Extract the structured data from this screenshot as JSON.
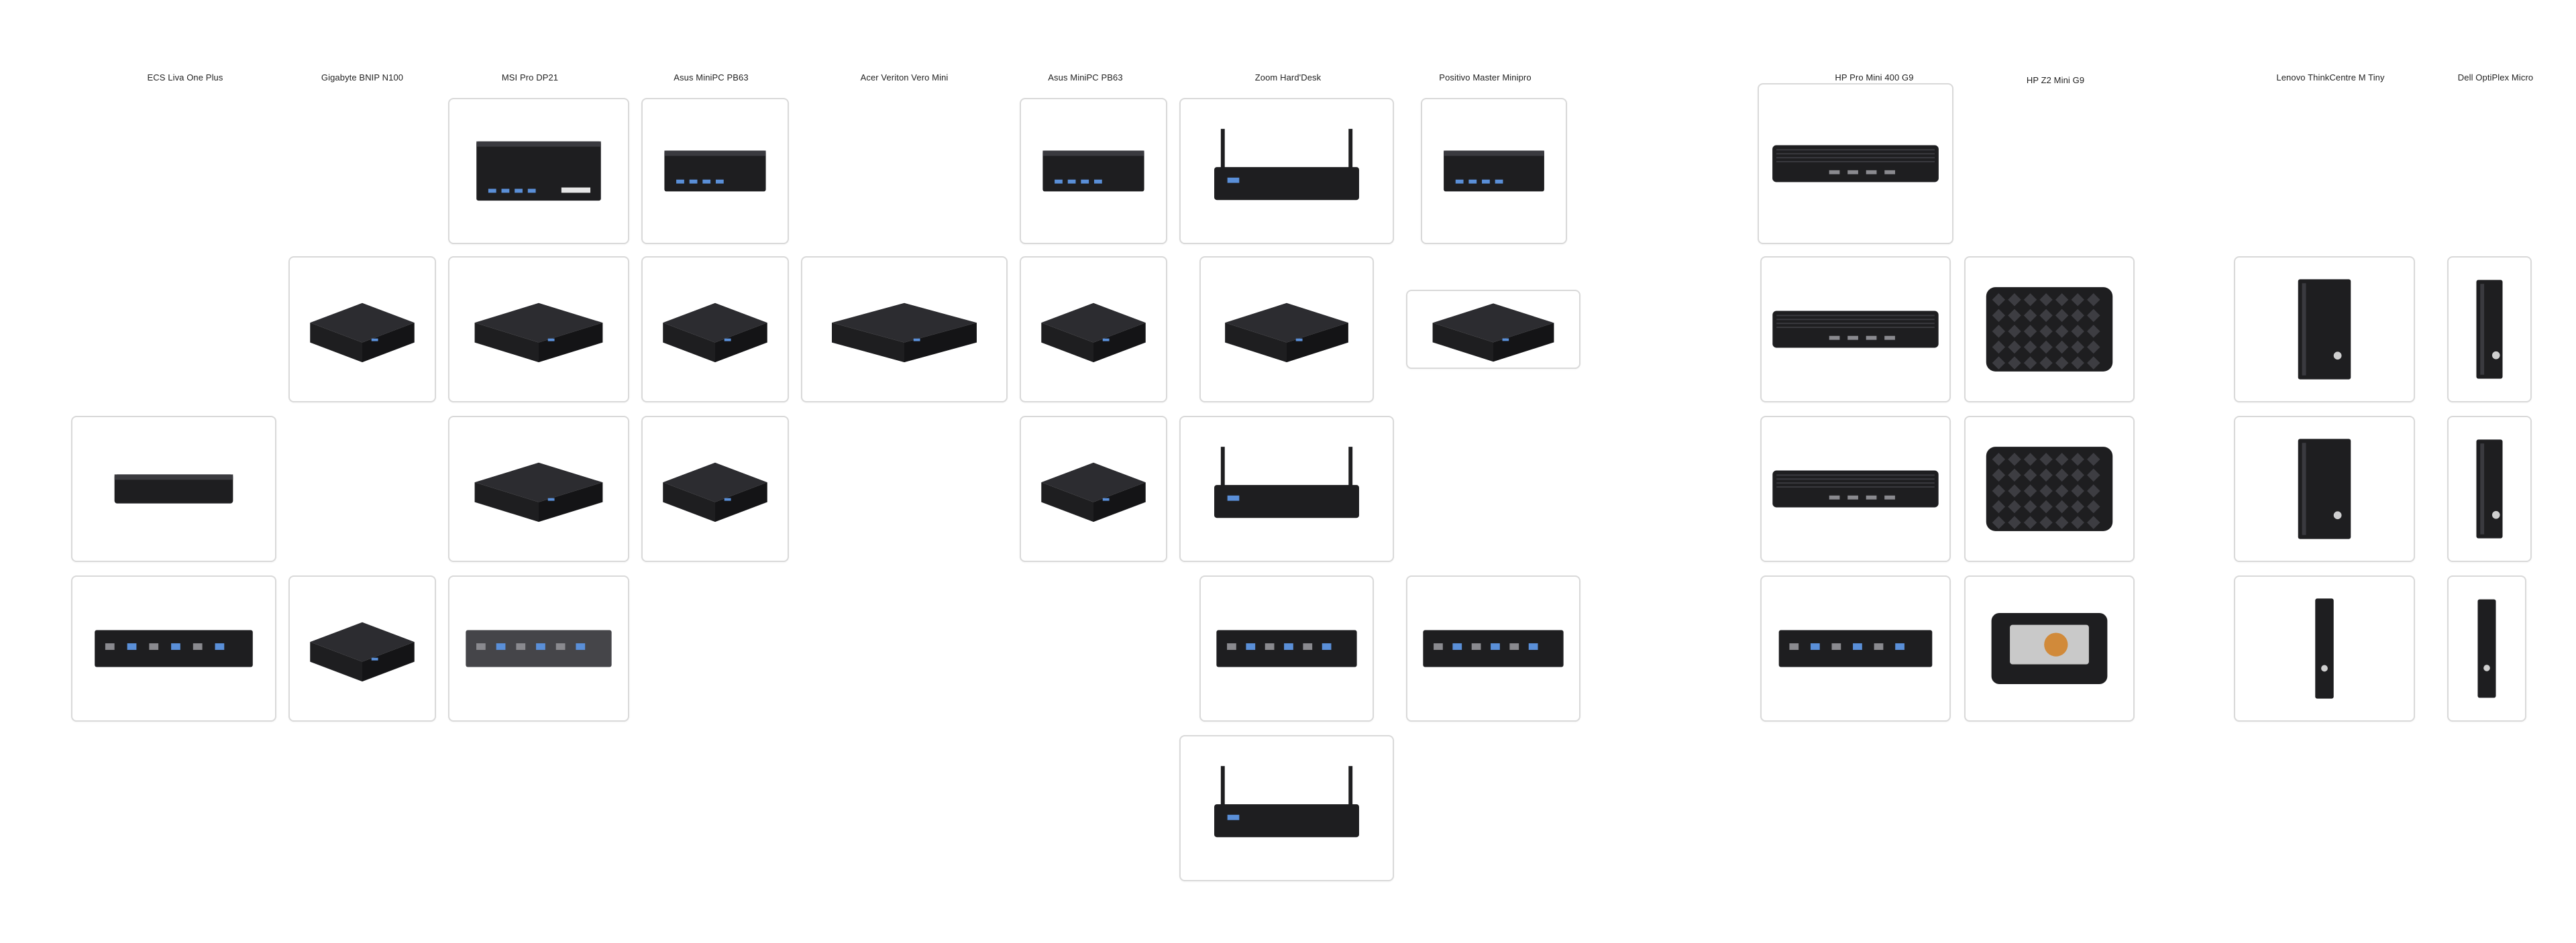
{
  "columns": [
    {
      "id": "ecs-liva",
      "title": "ECS Liva One Plus"
    },
    {
      "id": "gigabyte-bnip",
      "title": "Gigabyte BNIP N100"
    },
    {
      "id": "msi-pro",
      "title": "MSI Pro DP21"
    },
    {
      "id": "asus-pb63-a",
      "title": "Asus MiniPC PB63"
    },
    {
      "id": "acer-veriton",
      "title": "Acer Veriton Vero Mini"
    },
    {
      "id": "asus-pb63-b",
      "title": "Asus MiniPC PB63"
    },
    {
      "id": "zoom-harddesk",
      "title": "Zoom Hard'Desk"
    },
    {
      "id": "positivo-master",
      "title": "Positivo  Master Minipro"
    },
    {
      "id": "hp-pro-mini",
      "title": "HP Pro Mini 400 G9"
    },
    {
      "id": "hp-z2-mini",
      "title": "HP Z2 Mini G9"
    },
    {
      "id": "lenovo-thinkcentre",
      "title": "Lenovo ThinkCentre M Tiny"
    },
    {
      "id": "dell-optiplex",
      "title": "Dell OptiPlex Micro"
    }
  ]
}
